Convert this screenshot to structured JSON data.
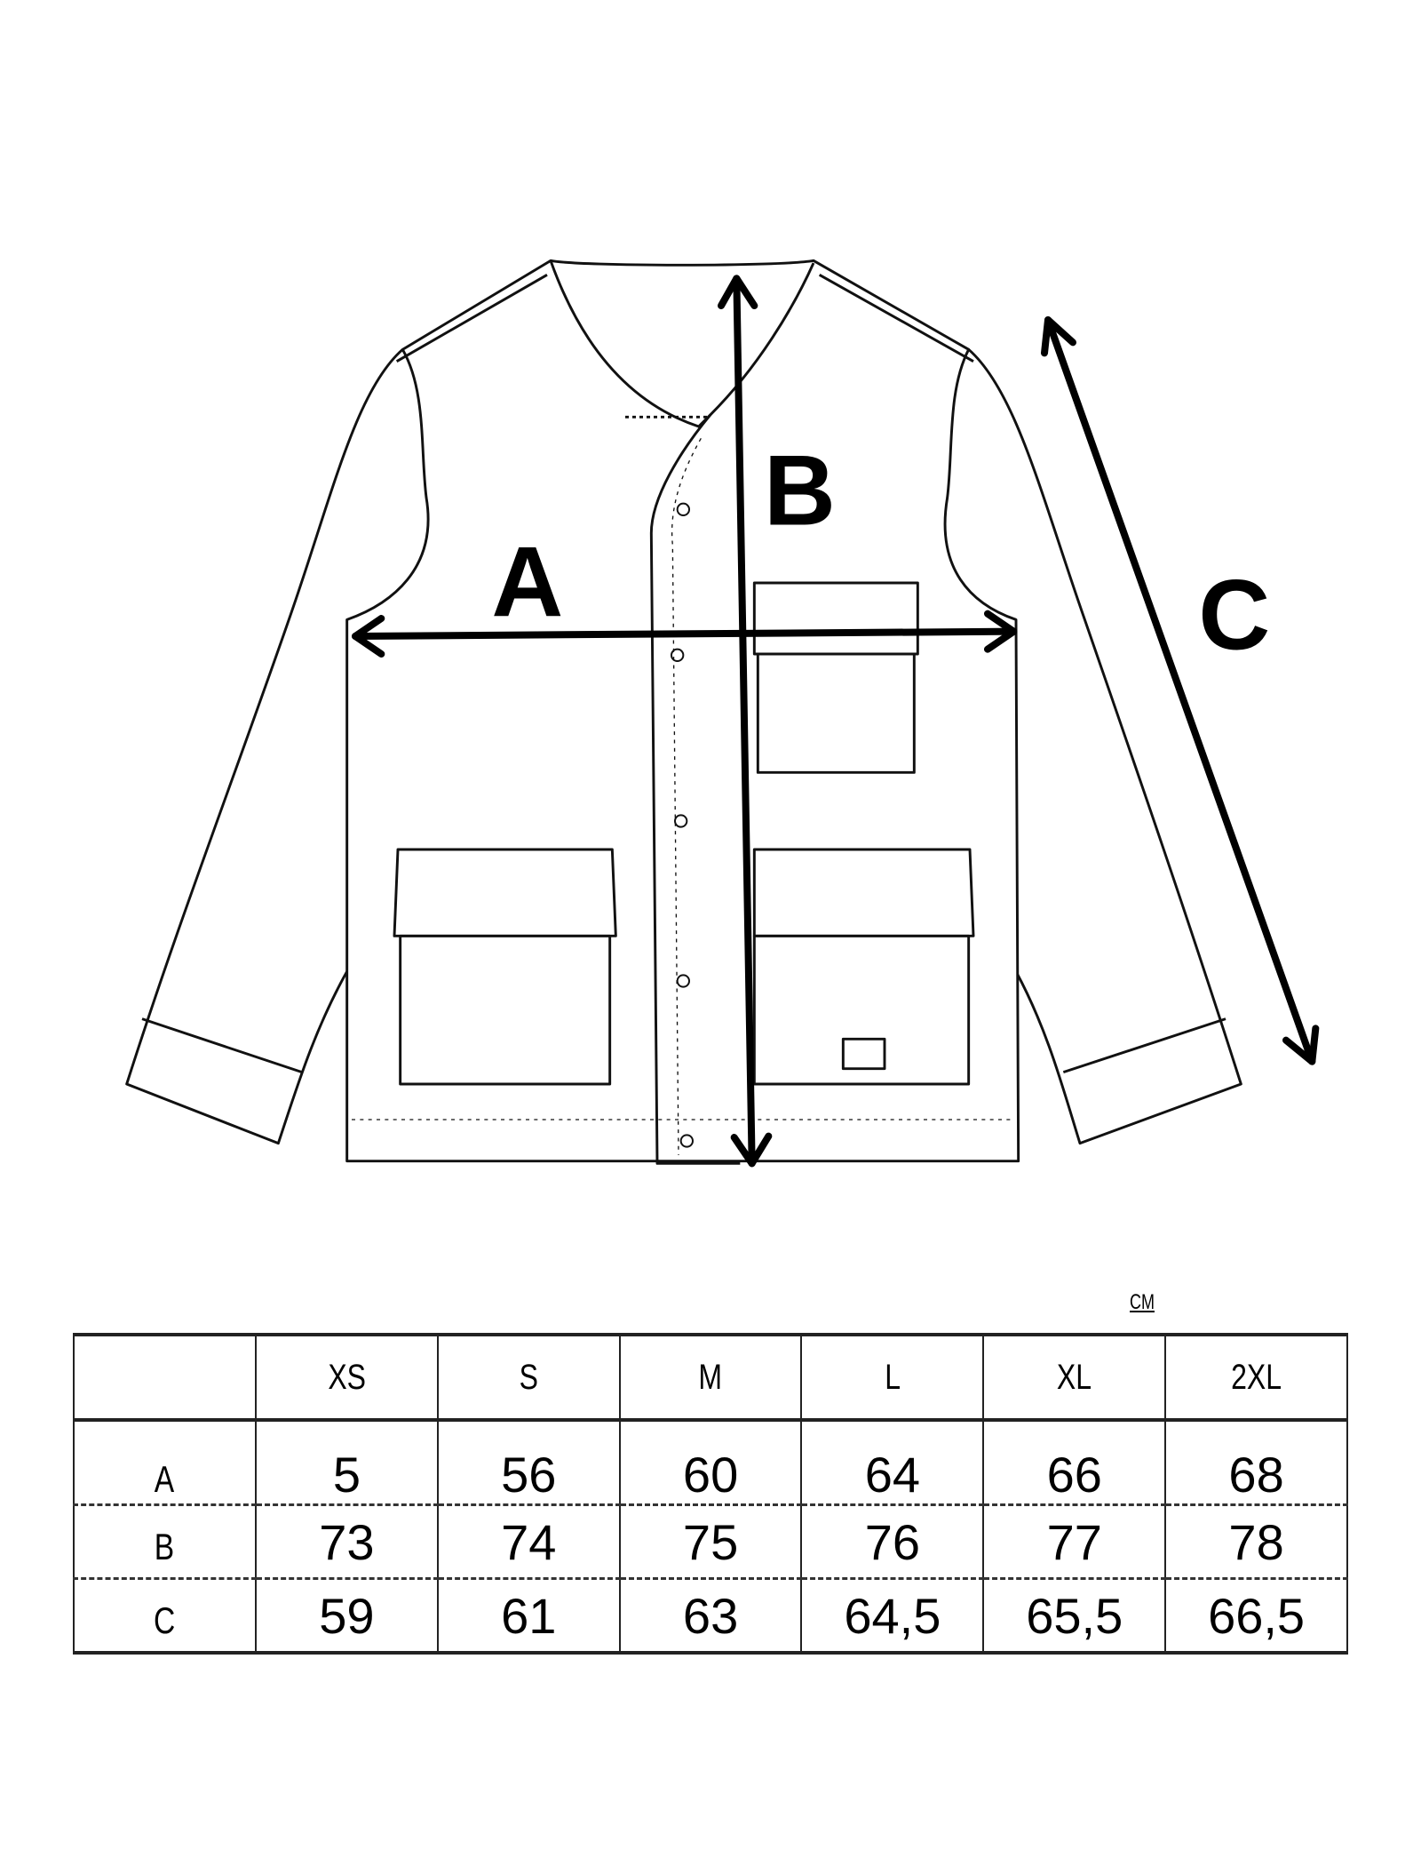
{
  "diagram": {
    "dimension_labels": {
      "A": "A",
      "B": "B",
      "C": "C"
    }
  },
  "size_chart": {
    "unit": "CM",
    "sizes": [
      "XS",
      "S",
      "M",
      "L",
      "XL",
      "2XL"
    ],
    "rows": [
      {
        "label": "A",
        "values": [
          "5",
          "56",
          "60",
          "64",
          "66",
          "68"
        ]
      },
      {
        "label": "B",
        "values": [
          "73",
          "74",
          "75",
          "76",
          "77",
          "78"
        ]
      },
      {
        "label": "C",
        "values": [
          "59",
          "61",
          "63",
          "64,5",
          "65,5",
          "66,5"
        ]
      }
    ]
  }
}
